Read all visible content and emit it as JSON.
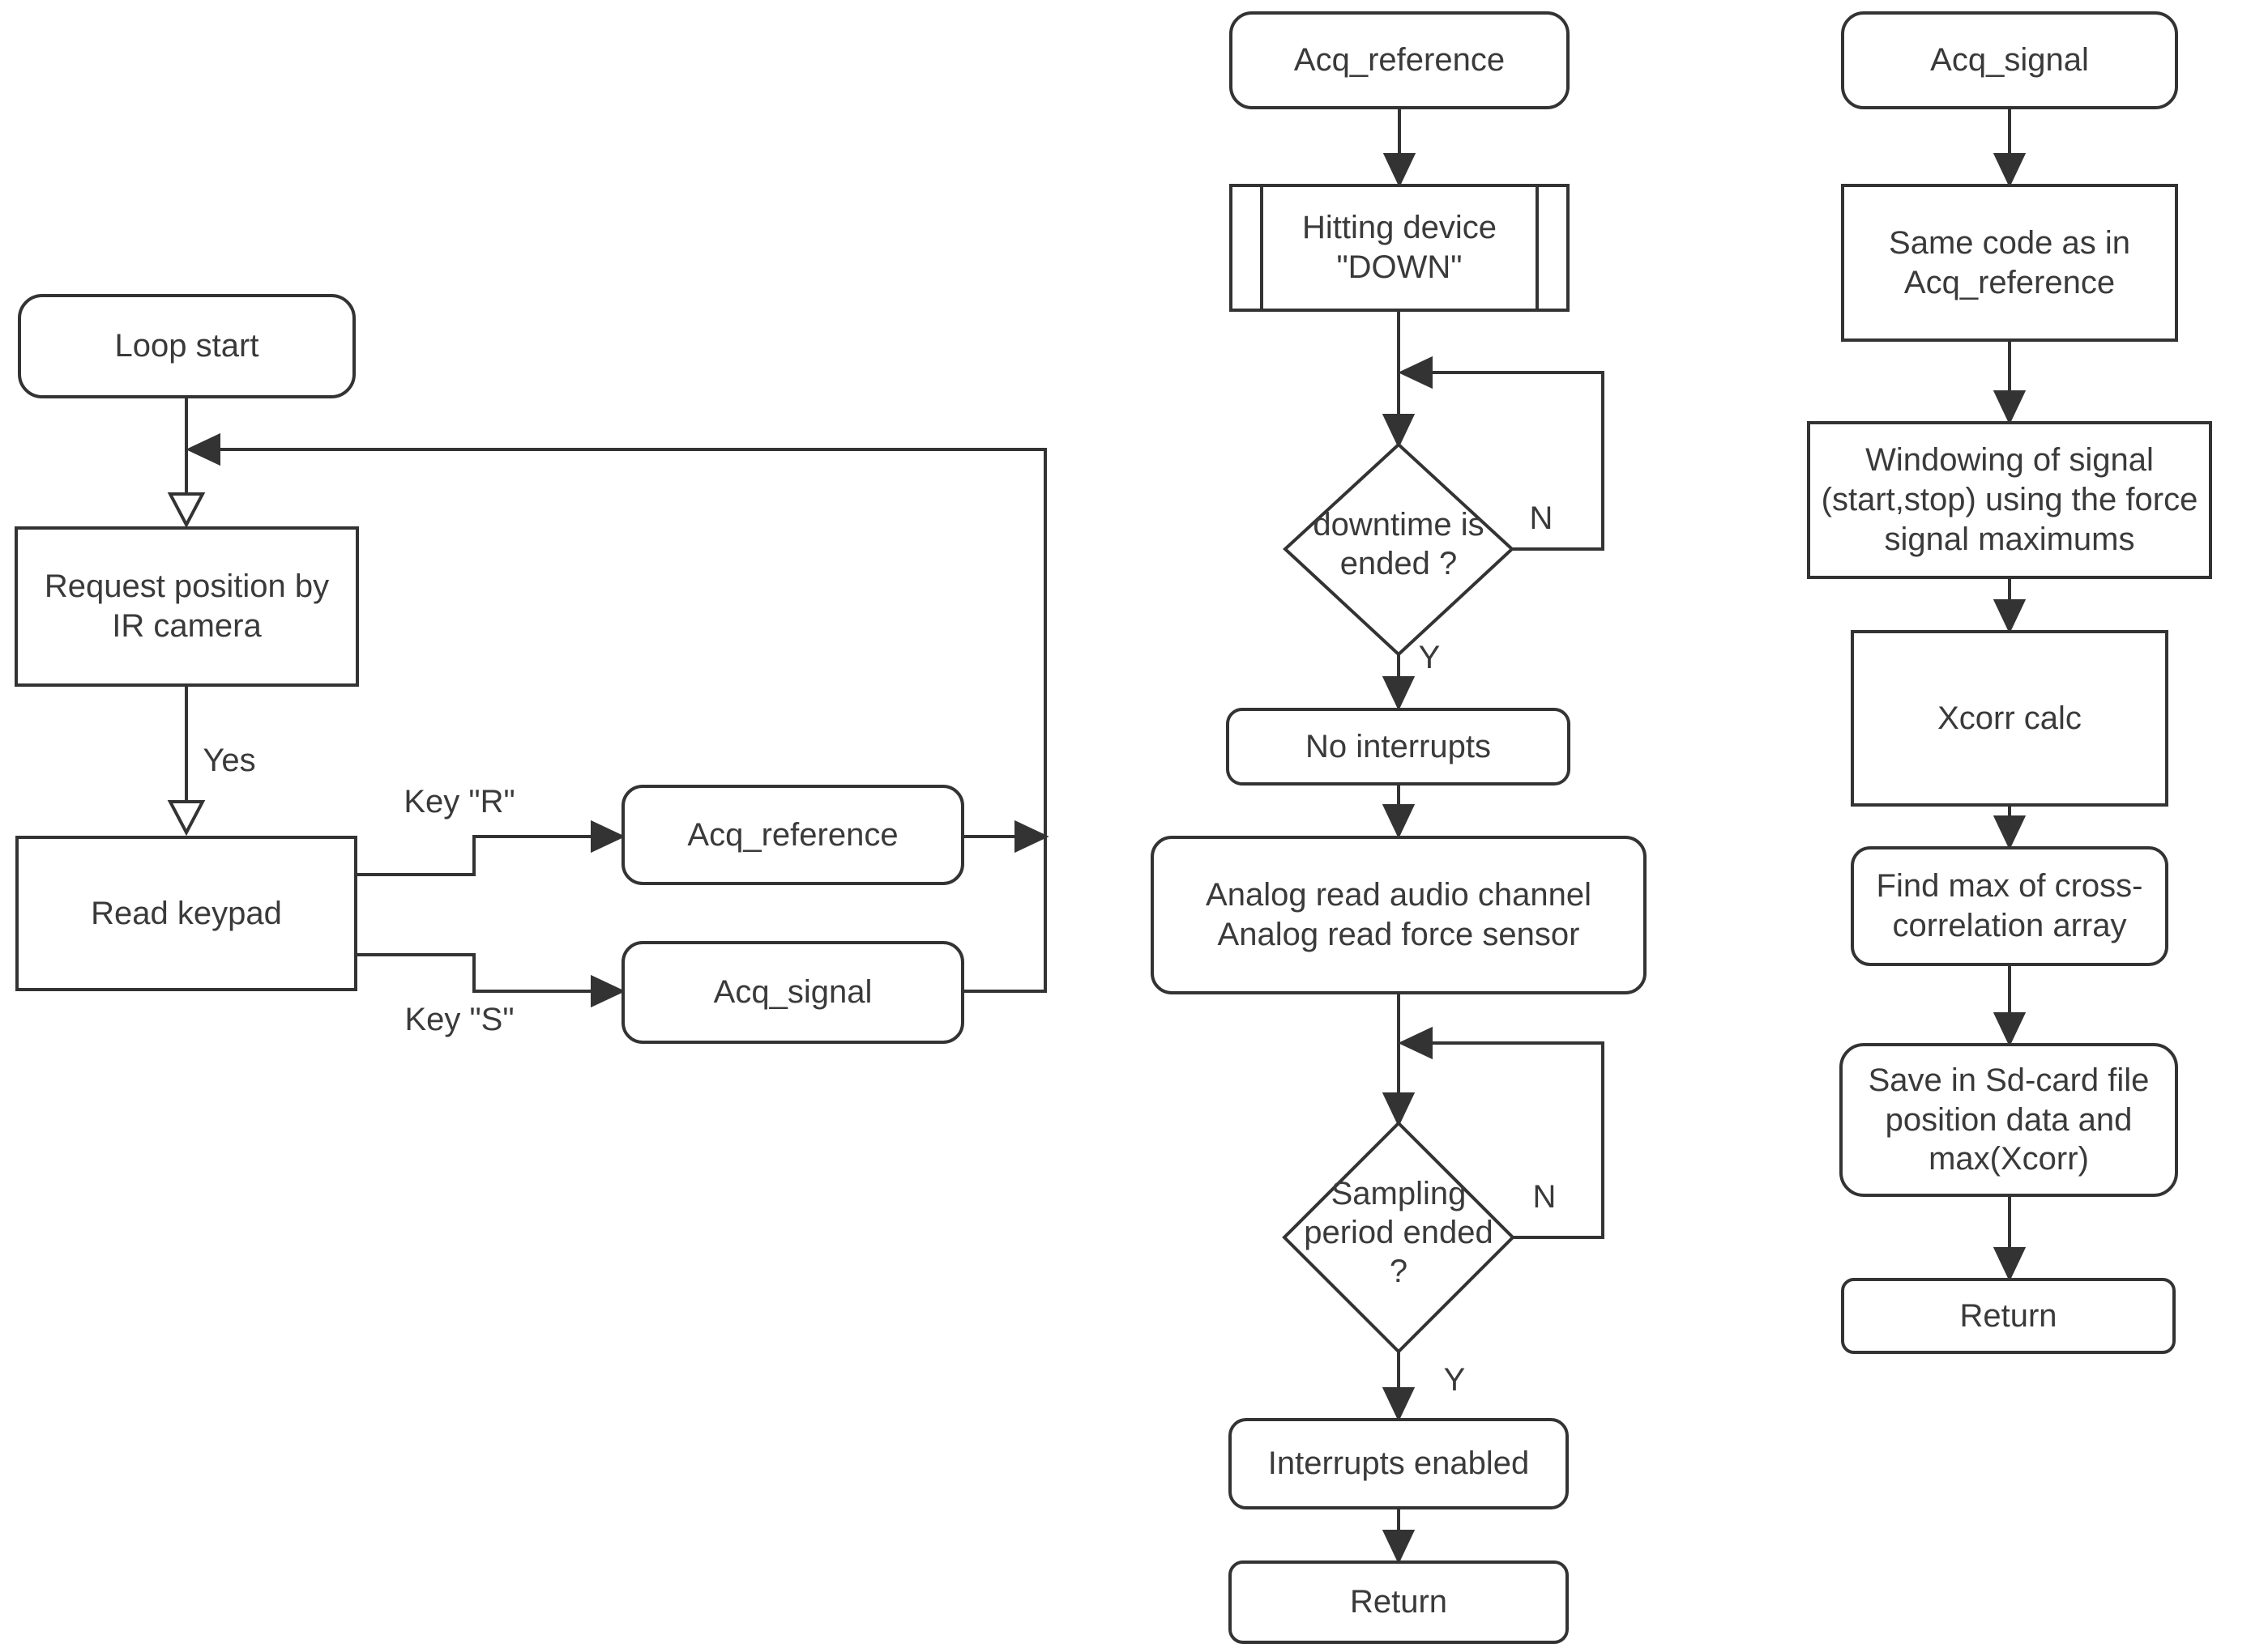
{
  "nodes": {
    "loop_start": {
      "label": "Loop start"
    },
    "request_position": {
      "label": "Request position by\nIR camera"
    },
    "read_keypad": {
      "label": "Read keypad"
    },
    "acq_reference_call": {
      "label": "Acq_reference"
    },
    "acq_signal_call": {
      "label": "Acq_signal"
    },
    "acq_reference_start": {
      "label": "Acq_reference"
    },
    "hitting_device": {
      "label": "Hitting device\n\"DOWN\""
    },
    "downtime_decision": {
      "label": "downtime is\nended ?"
    },
    "no_interrupts": {
      "label": "No interrupts"
    },
    "analog_read": {
      "label": "Analog read audio channel\nAnalog read force sensor"
    },
    "sampling_decision": {
      "label": "Sampling\nperiod ended\n?"
    },
    "interrupts_enabled": {
      "label": "Interrupts enabled"
    },
    "return_acq_reference": {
      "label": "Return"
    },
    "acq_signal_start": {
      "label": "Acq_signal"
    },
    "same_code": {
      "label": "Same code as in\nAcq_reference"
    },
    "windowing": {
      "label": "Windowing of signal\n(start,stop) using the force\nsignal maximums"
    },
    "xcorr_calc": {
      "label": "Xcorr calc"
    },
    "find_max": {
      "label": "Find max of cross-\ncorrelation array"
    },
    "save_sd": {
      "label": "Save in Sd-card file\nposition data and\nmax(Xcorr)"
    },
    "return_acq_signal": {
      "label": "Return"
    }
  },
  "edge_labels": {
    "yes": "Yes",
    "key_r": "Key \"R\"",
    "key_s": "Key \"S\"",
    "downtime_no": "N",
    "downtime_yes": "Y",
    "sampling_no": "N",
    "sampling_yes": "Y"
  },
  "colors": {
    "line": "#333333",
    "box_border": "#333333",
    "box_fill": "#ffffff",
    "background": "#ffffff",
    "text": "#3a3a3a"
  }
}
